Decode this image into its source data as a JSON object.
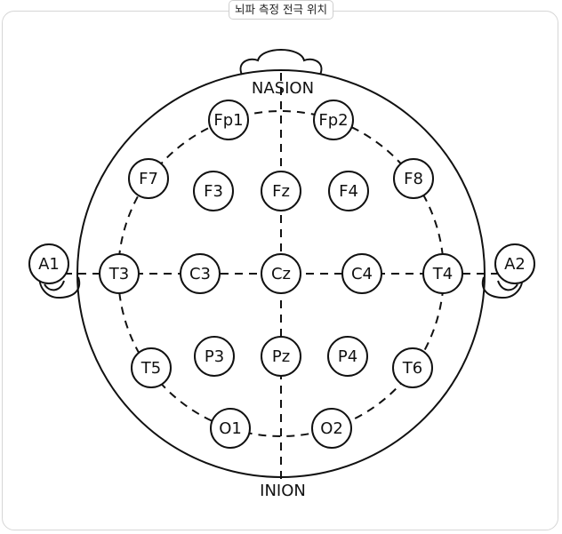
{
  "title": "뇌파 측정 전극 위치",
  "landmarks": {
    "nasion": "NASION",
    "inion": "INION"
  },
  "electrodes": [
    {
      "id": "fp1",
      "label": "Fp1"
    },
    {
      "id": "fp2",
      "label": "Fp2"
    },
    {
      "id": "f7",
      "label": "F7"
    },
    {
      "id": "f3",
      "label": "F3"
    },
    {
      "id": "fz",
      "label": "Fz"
    },
    {
      "id": "f4",
      "label": "F4"
    },
    {
      "id": "f8",
      "label": "F8"
    },
    {
      "id": "a1",
      "label": "A1"
    },
    {
      "id": "t3",
      "label": "T3"
    },
    {
      "id": "c3",
      "label": "C3"
    },
    {
      "id": "cz",
      "label": "Cz"
    },
    {
      "id": "c4",
      "label": "C4"
    },
    {
      "id": "t4",
      "label": "T4"
    },
    {
      "id": "a2",
      "label": "A2"
    },
    {
      "id": "t5",
      "label": "T5"
    },
    {
      "id": "p3",
      "label": "P3"
    },
    {
      "id": "pz",
      "label": "Pz"
    },
    {
      "id": "p4",
      "label": "P4"
    },
    {
      "id": "t6",
      "label": "T6"
    },
    {
      "id": "o1",
      "label": "O1"
    },
    {
      "id": "o2",
      "label": "O2"
    }
  ]
}
